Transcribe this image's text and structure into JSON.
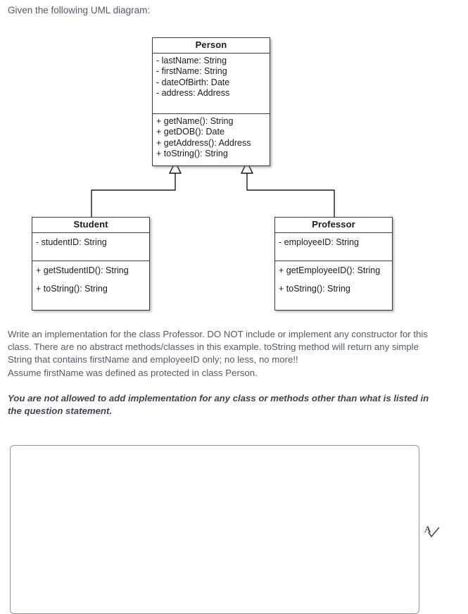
{
  "intro": {
    "text": "Given the following UML diagram:"
  },
  "diagram": {
    "type": "uml-class-diagram",
    "classes": [
      {
        "id": "person",
        "name": "Person",
        "attributes": [
          "- lastName: String",
          "- firstName: String",
          "- dateOfBirth: Date",
          "- address: Address"
        ],
        "operations": [
          "+ getName(): String",
          "+ getDOB(): Date",
          "+ getAddress(): Address",
          "+ toString(): String"
        ]
      },
      {
        "id": "student",
        "name": "Student",
        "attributes": [
          "- studentID: String"
        ],
        "operations": [
          "+ getStudentID(): String",
          "+ toString(): String"
        ]
      },
      {
        "id": "professor",
        "name": "Professor",
        "attributes": [
          "- employeeID: String"
        ],
        "operations": [
          "+ getEmployeeID(): String",
          "+ toString(): String"
        ]
      }
    ],
    "relationships": [
      {
        "type": "generalization",
        "from": "Student",
        "to": "Person"
      },
      {
        "type": "generalization",
        "from": "Professor",
        "to": "Person"
      }
    ]
  },
  "question": {
    "paragraph1": "Write an implementation for the class Professor. DO NOT include or implement any constructor for this class. There are no abstract methods/classes in this example. toString method will return any simple String that contains firstName and employeeID only; no less, no more!!",
    "paragraph2": "Assume firstName was defined as protected in class Person.",
    "emphasis": "You are not allowed to add implementation for any class or methods other than what is listed in the question statement."
  },
  "answer": {
    "value": "",
    "placeholder": ""
  },
  "icons": {
    "spellcheck": "spellcheck-icon"
  },
  "colors": {
    "body_text": "#545b66",
    "diagram_text": "#1b1b1b",
    "diagram_border": "#3a3a3a",
    "textarea_border": "#8d949e",
    "page_background": "#ffffff"
  }
}
